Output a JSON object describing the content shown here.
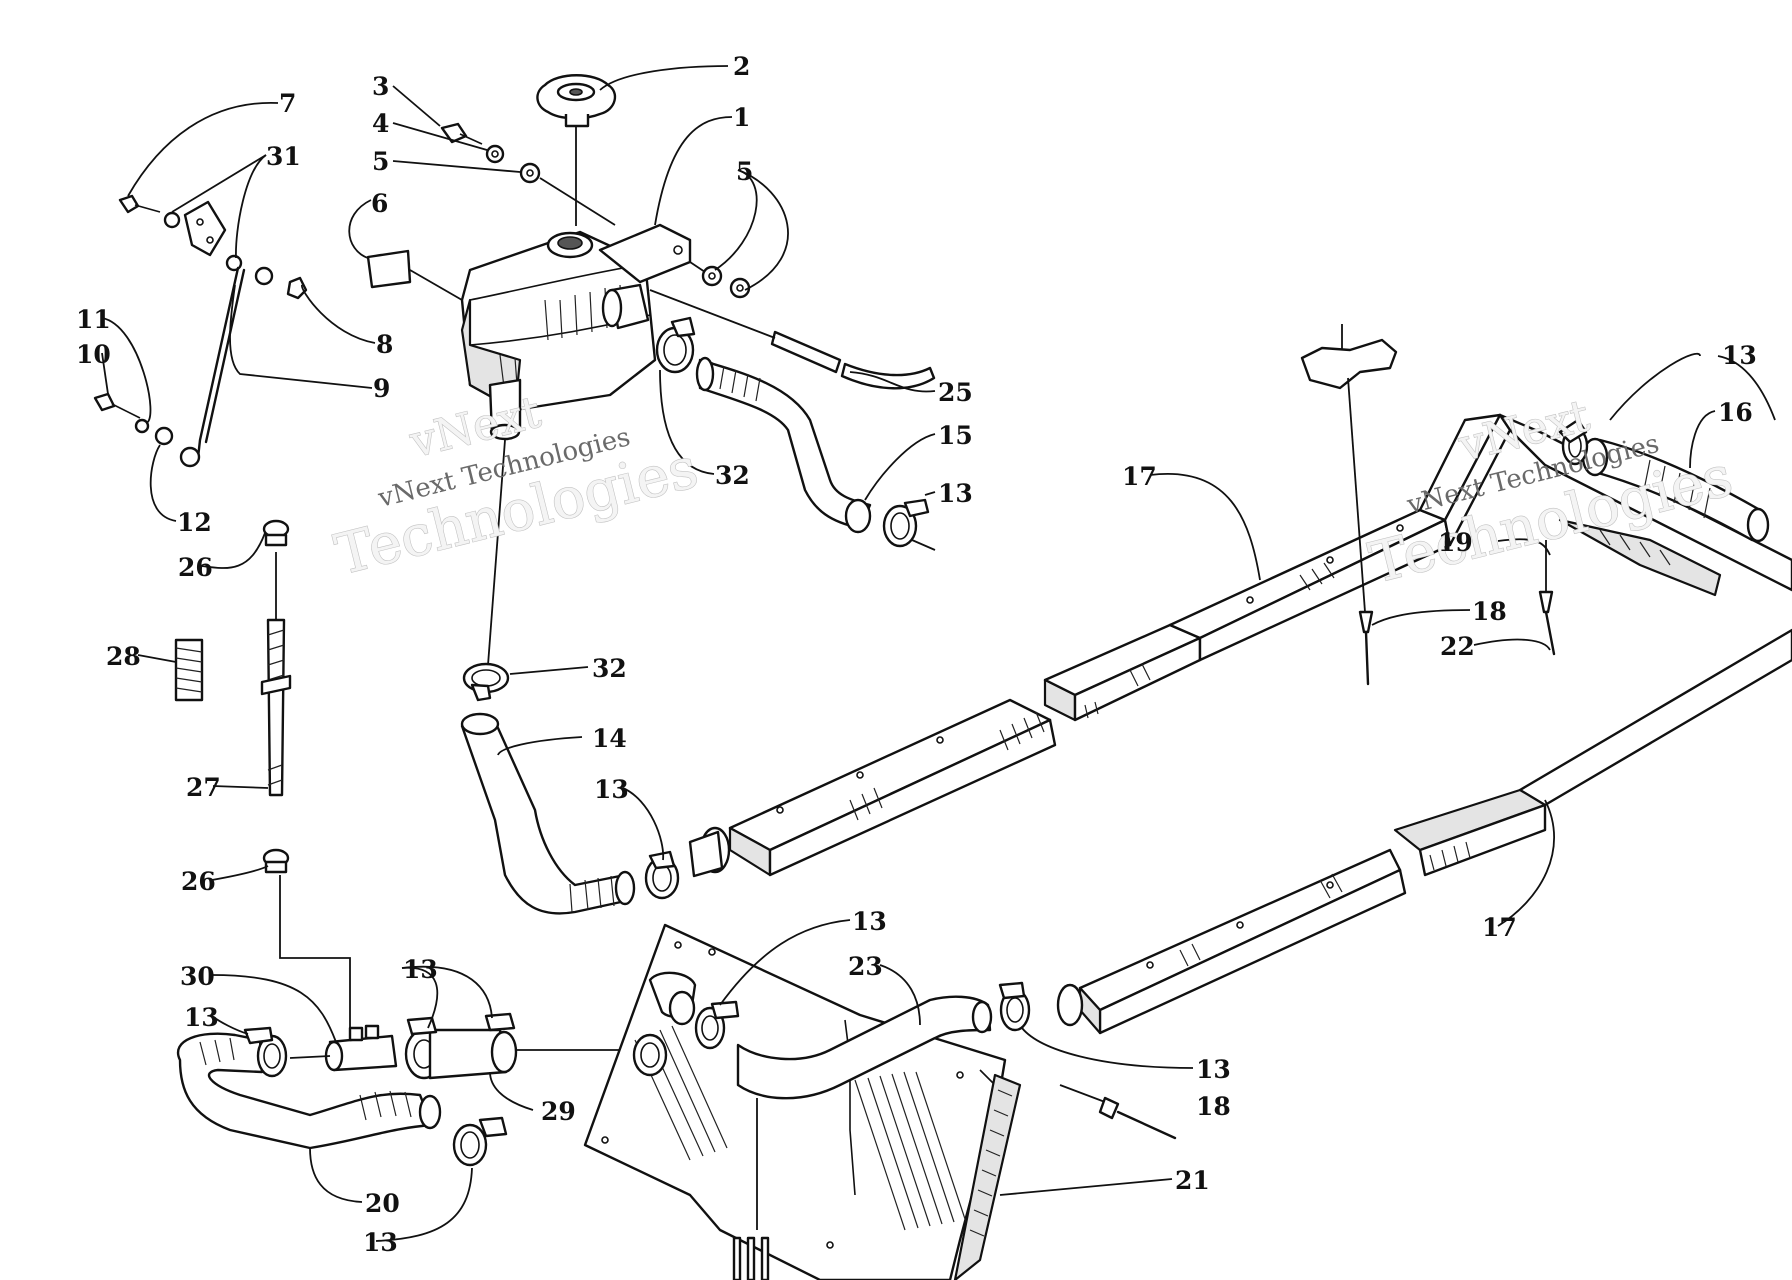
{
  "diagram": {
    "callouts": [
      {
        "id": "c1",
        "text": "1"
      },
      {
        "id": "c2",
        "text": "2"
      },
      {
        "id": "c3",
        "text": "3"
      },
      {
        "id": "c4",
        "text": "4"
      },
      {
        "id": "c5a",
        "text": "5"
      },
      {
        "id": "c5b",
        "text": "5"
      },
      {
        "id": "c6",
        "text": "6"
      },
      {
        "id": "c7",
        "text": "7"
      },
      {
        "id": "c31",
        "text": "31"
      },
      {
        "id": "c8",
        "text": "8"
      },
      {
        "id": "c9",
        "text": "9"
      },
      {
        "id": "c11",
        "text": "11"
      },
      {
        "id": "c10",
        "text": "10"
      },
      {
        "id": "c12",
        "text": "12"
      },
      {
        "id": "c25",
        "text": "25"
      },
      {
        "id": "c15",
        "text": "15"
      },
      {
        "id": "c32a",
        "text": "32"
      },
      {
        "id": "c13a",
        "text": "13"
      },
      {
        "id": "c13b",
        "text": "13"
      },
      {
        "id": "c16",
        "text": "16"
      },
      {
        "id": "c17a",
        "text": "17"
      },
      {
        "id": "c19",
        "text": "19"
      },
      {
        "id": "c18a",
        "text": "18"
      },
      {
        "id": "c22",
        "text": "22"
      },
      {
        "id": "c26a",
        "text": "26"
      },
      {
        "id": "c28",
        "text": "28"
      },
      {
        "id": "c32b",
        "text": "32"
      },
      {
        "id": "c14",
        "text": "14"
      },
      {
        "id": "c13c",
        "text": "13"
      },
      {
        "id": "c27",
        "text": "27"
      },
      {
        "id": "c26b",
        "text": "26"
      },
      {
        "id": "c17b",
        "text": "17"
      },
      {
        "id": "c13d",
        "text": "13"
      },
      {
        "id": "c23",
        "text": "23"
      },
      {
        "id": "c30",
        "text": "30"
      },
      {
        "id": "c13e",
        "text": "13"
      },
      {
        "id": "c13f",
        "text": "13"
      },
      {
        "id": "c13g",
        "text": "13"
      },
      {
        "id": "c29",
        "text": "29"
      },
      {
        "id": "c18b",
        "text": "18"
      },
      {
        "id": "c21",
        "text": "21"
      },
      {
        "id": "c20",
        "text": "20"
      },
      {
        "id": "c13h",
        "text": "13"
      }
    ],
    "watermarks": [
      {
        "id": "wm1-top",
        "text": "vNext"
      },
      {
        "id": "wm1-mid",
        "text": "vNext Technologies"
      },
      {
        "id": "wm1-bot",
        "text": "Technologies"
      },
      {
        "id": "wm2-top",
        "text": "vNext"
      },
      {
        "id": "wm2-mid",
        "text": "vNext Technologies"
      },
      {
        "id": "wm2-bot",
        "text": "Technologies"
      }
    ]
  },
  "colors": {
    "line": "#111111",
    "background": "#ffffff",
    "watermark": "#c2c2c2"
  }
}
